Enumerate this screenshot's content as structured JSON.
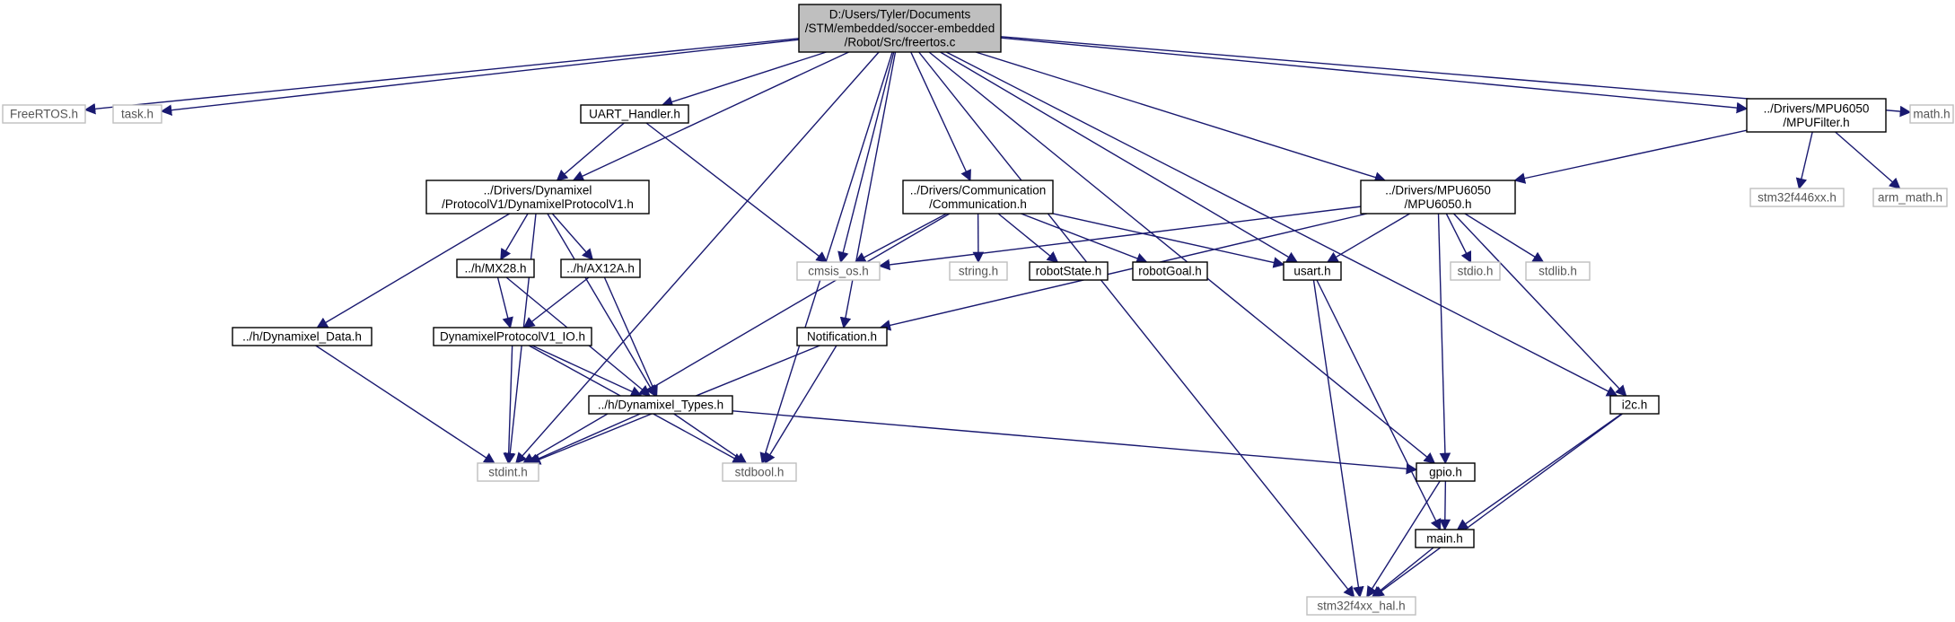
{
  "nodes": [
    {
      "id": "root",
      "lines": [
        "D:/Users/Tyler/Documents",
        "/STM/embedded/soccer-embedded",
        "/Robot/Src/freertos.c"
      ],
      "kind": "root"
    },
    {
      "id": "freertos_h",
      "lines": [
        "FreeRTOS.h"
      ],
      "kind": "ext"
    },
    {
      "id": "task_h",
      "lines": [
        "task.h"
      ],
      "kind": "ext"
    },
    {
      "id": "uart_handler_h",
      "lines": [
        "UART_Handler.h"
      ],
      "kind": "doc"
    },
    {
      "id": "dynamixel_protocol_h",
      "lines": [
        "../Drivers/Dynamixel",
        "/ProtocolV1/DynamixelProtocolV1.h"
      ],
      "kind": "doc"
    },
    {
      "id": "communication_h",
      "lines": [
        "../Drivers/Communication",
        "/Communication.h"
      ],
      "kind": "doc"
    },
    {
      "id": "mpu6050_h",
      "lines": [
        "../Drivers/MPU6050",
        "/MPU6050.h"
      ],
      "kind": "doc"
    },
    {
      "id": "mpufilter_h",
      "lines": [
        "../Drivers/MPU6050",
        "/MPUFilter.h"
      ],
      "kind": "doc"
    },
    {
      "id": "math_h",
      "lines": [
        "math.h"
      ],
      "kind": "ext"
    },
    {
      "id": "stm32f446xx_h",
      "lines": [
        "stm32f446xx.h"
      ],
      "kind": "ext"
    },
    {
      "id": "arm_math_h",
      "lines": [
        "arm_math.h"
      ],
      "kind": "ext"
    },
    {
      "id": "mx28_h",
      "lines": [
        "../h/MX28.h"
      ],
      "kind": "doc"
    },
    {
      "id": "ax12a_h",
      "lines": [
        "../h/AX12A.h"
      ],
      "kind": "doc"
    },
    {
      "id": "cmsis_os_h",
      "lines": [
        "cmsis_os.h"
      ],
      "kind": "ext"
    },
    {
      "id": "string_h",
      "lines": [
        "string.h"
      ],
      "kind": "ext"
    },
    {
      "id": "robotstate_h",
      "lines": [
        "robotState.h"
      ],
      "kind": "doc"
    },
    {
      "id": "robotgoal_h",
      "lines": [
        "robotGoal.h"
      ],
      "kind": "doc"
    },
    {
      "id": "usart_h",
      "lines": [
        "usart.h"
      ],
      "kind": "doc"
    },
    {
      "id": "stdio_h",
      "lines": [
        "stdio.h"
      ],
      "kind": "ext"
    },
    {
      "id": "stdlib_h",
      "lines": [
        "stdlib.h"
      ],
      "kind": "ext"
    },
    {
      "id": "dynamixel_data_h",
      "lines": [
        "../h/Dynamixel_Data.h"
      ],
      "kind": "doc"
    },
    {
      "id": "dynamixel_io_h",
      "lines": [
        "DynamixelProtocolV1_IO.h"
      ],
      "kind": "doc"
    },
    {
      "id": "notification_h",
      "lines": [
        "Notification.h"
      ],
      "kind": "doc"
    },
    {
      "id": "dynamixel_types_h",
      "lines": [
        "../h/Dynamixel_Types.h"
      ],
      "kind": "doc"
    },
    {
      "id": "i2c_h",
      "lines": [
        "i2c.h"
      ],
      "kind": "doc"
    },
    {
      "id": "stdint_h",
      "lines": [
        "stdint.h"
      ],
      "kind": "ext"
    },
    {
      "id": "stdbool_h",
      "lines": [
        "stdbool.h"
      ],
      "kind": "ext"
    },
    {
      "id": "gpio_h",
      "lines": [
        "gpio.h"
      ],
      "kind": "doc"
    },
    {
      "id": "main_h",
      "lines": [
        "main.h"
      ],
      "kind": "doc"
    },
    {
      "id": "stm32f4xx_hal_h",
      "lines": [
        "stm32f4xx_hal.h"
      ],
      "kind": "ext"
    }
  ],
  "edges": [
    [
      "root",
      "freertos_h"
    ],
    [
      "root",
      "task_h"
    ],
    [
      "root",
      "stdint_h"
    ],
    [
      "root",
      "dynamixel_protocol_h"
    ],
    [
      "root",
      "uart_handler_h"
    ],
    [
      "root",
      "notification_h"
    ],
    [
      "root",
      "stdbool_h"
    ],
    [
      "root",
      "cmsis_os_h"
    ],
    [
      "root",
      "communication_h"
    ],
    [
      "root",
      "stm32f4xx_hal_h"
    ],
    [
      "root",
      "usart_h"
    ],
    [
      "root",
      "mpu6050_h"
    ],
    [
      "root",
      "gpio_h"
    ],
    [
      "root",
      "i2c_h"
    ],
    [
      "root",
      "mpufilter_h"
    ],
    [
      "root",
      "math_h"
    ],
    [
      "uart_handler_h",
      "dynamixel_protocol_h"
    ],
    [
      "uart_handler_h",
      "cmsis_os_h"
    ],
    [
      "dynamixel_protocol_h",
      "dynamixel_data_h"
    ],
    [
      "dynamixel_protocol_h",
      "stdint_h"
    ],
    [
      "dynamixel_protocol_h",
      "mx28_h"
    ],
    [
      "dynamixel_protocol_h",
      "ax12a_h"
    ],
    [
      "dynamixel_protocol_h",
      "dynamixel_types_h"
    ],
    [
      "mx28_h",
      "dynamixel_io_h"
    ],
    [
      "mx28_h",
      "dynamixel_types_h"
    ],
    [
      "ax12a_h",
      "dynamixel_io_h"
    ],
    [
      "ax12a_h",
      "dynamixel_types_h"
    ],
    [
      "dynamixel_data_h",
      "stdint_h"
    ],
    [
      "dynamixel_io_h",
      "stdint_h"
    ],
    [
      "dynamixel_io_h",
      "dynamixel_types_h"
    ],
    [
      "dynamixel_io_h",
      "stdbool_h"
    ],
    [
      "dynamixel_types_h",
      "stdint_h"
    ],
    [
      "dynamixel_types_h",
      "stdbool_h"
    ],
    [
      "dynamixel_types_h",
      "gpio_h"
    ],
    [
      "notification_h",
      "stdint_h"
    ],
    [
      "notification_h",
      "stdbool_h"
    ],
    [
      "communication_h",
      "cmsis_os_h"
    ],
    [
      "communication_h",
      "string_h"
    ],
    [
      "communication_h",
      "robotstate_h"
    ],
    [
      "communication_h",
      "robotgoal_h"
    ],
    [
      "communication_h",
      "usart_h"
    ],
    [
      "communication_h",
      "stdint_h"
    ],
    [
      "mpu6050_h",
      "cmsis_os_h"
    ],
    [
      "mpu6050_h",
      "usart_h"
    ],
    [
      "mpu6050_h",
      "notification_h"
    ],
    [
      "mpu6050_h",
      "gpio_h"
    ],
    [
      "mpu6050_h",
      "stdio_h"
    ],
    [
      "mpu6050_h",
      "stdlib_h"
    ],
    [
      "mpu6050_h",
      "i2c_h"
    ],
    [
      "mpufilter_h",
      "mpu6050_h"
    ],
    [
      "mpufilter_h",
      "stm32f446xx_h"
    ],
    [
      "mpufilter_h",
      "arm_math_h"
    ],
    [
      "usart_h",
      "main_h"
    ],
    [
      "usart_h",
      "stm32f4xx_hal_h"
    ],
    [
      "gpio_h",
      "main_h"
    ],
    [
      "gpio_h",
      "stm32f4xx_hal_h"
    ],
    [
      "i2c_h",
      "main_h"
    ],
    [
      "i2c_h",
      "stm32f4xx_hal_h"
    ],
    [
      "main_h",
      "stm32f4xx_hal_h"
    ]
  ]
}
